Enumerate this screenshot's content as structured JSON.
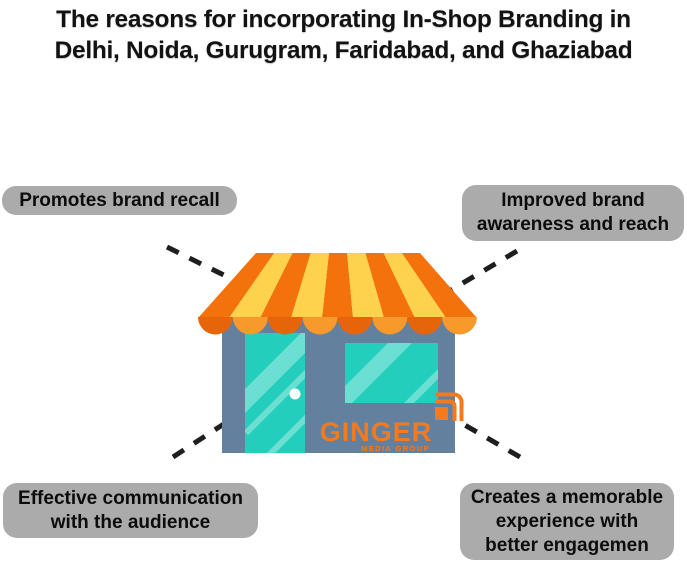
{
  "title": {
    "line1": "The reasons for incorporating In-Shop Branding in",
    "line2": "Delhi, Noida, Gurugram, Faridabad, and Ghaziabad"
  },
  "badges": {
    "top_left": {
      "lines": [
        "Promotes brand recall"
      ]
    },
    "top_right": {
      "lines": [
        "Improved brand",
        "awareness and reach"
      ]
    },
    "bottom_left": {
      "lines": [
        "Effective communication",
        "with the audience"
      ]
    },
    "bottom_right": {
      "lines": [
        "Creates a memorable",
        "experience with",
        "better engagemen"
      ]
    }
  },
  "shop": {
    "brand": "GINGER",
    "brand_subtitle": "MEDIA GROUP"
  },
  "colors": {
    "title_text": "#121212",
    "badge_bg": "#ABABAB",
    "badge_text": "#0C0C0C",
    "awning_orange": "#F4720C",
    "awning_yellow": "#FFD24D",
    "scallop_dark": "#E6640A",
    "scallop_light": "#F8992B",
    "shop_body": "#64809F",
    "glass_teal": "#23CEBD",
    "glass_highlight": "#6CDFD3",
    "brand_orange": "#F5791D",
    "door_knob": "#FFFFFF",
    "dashed_line": "#1E1E1E"
  }
}
